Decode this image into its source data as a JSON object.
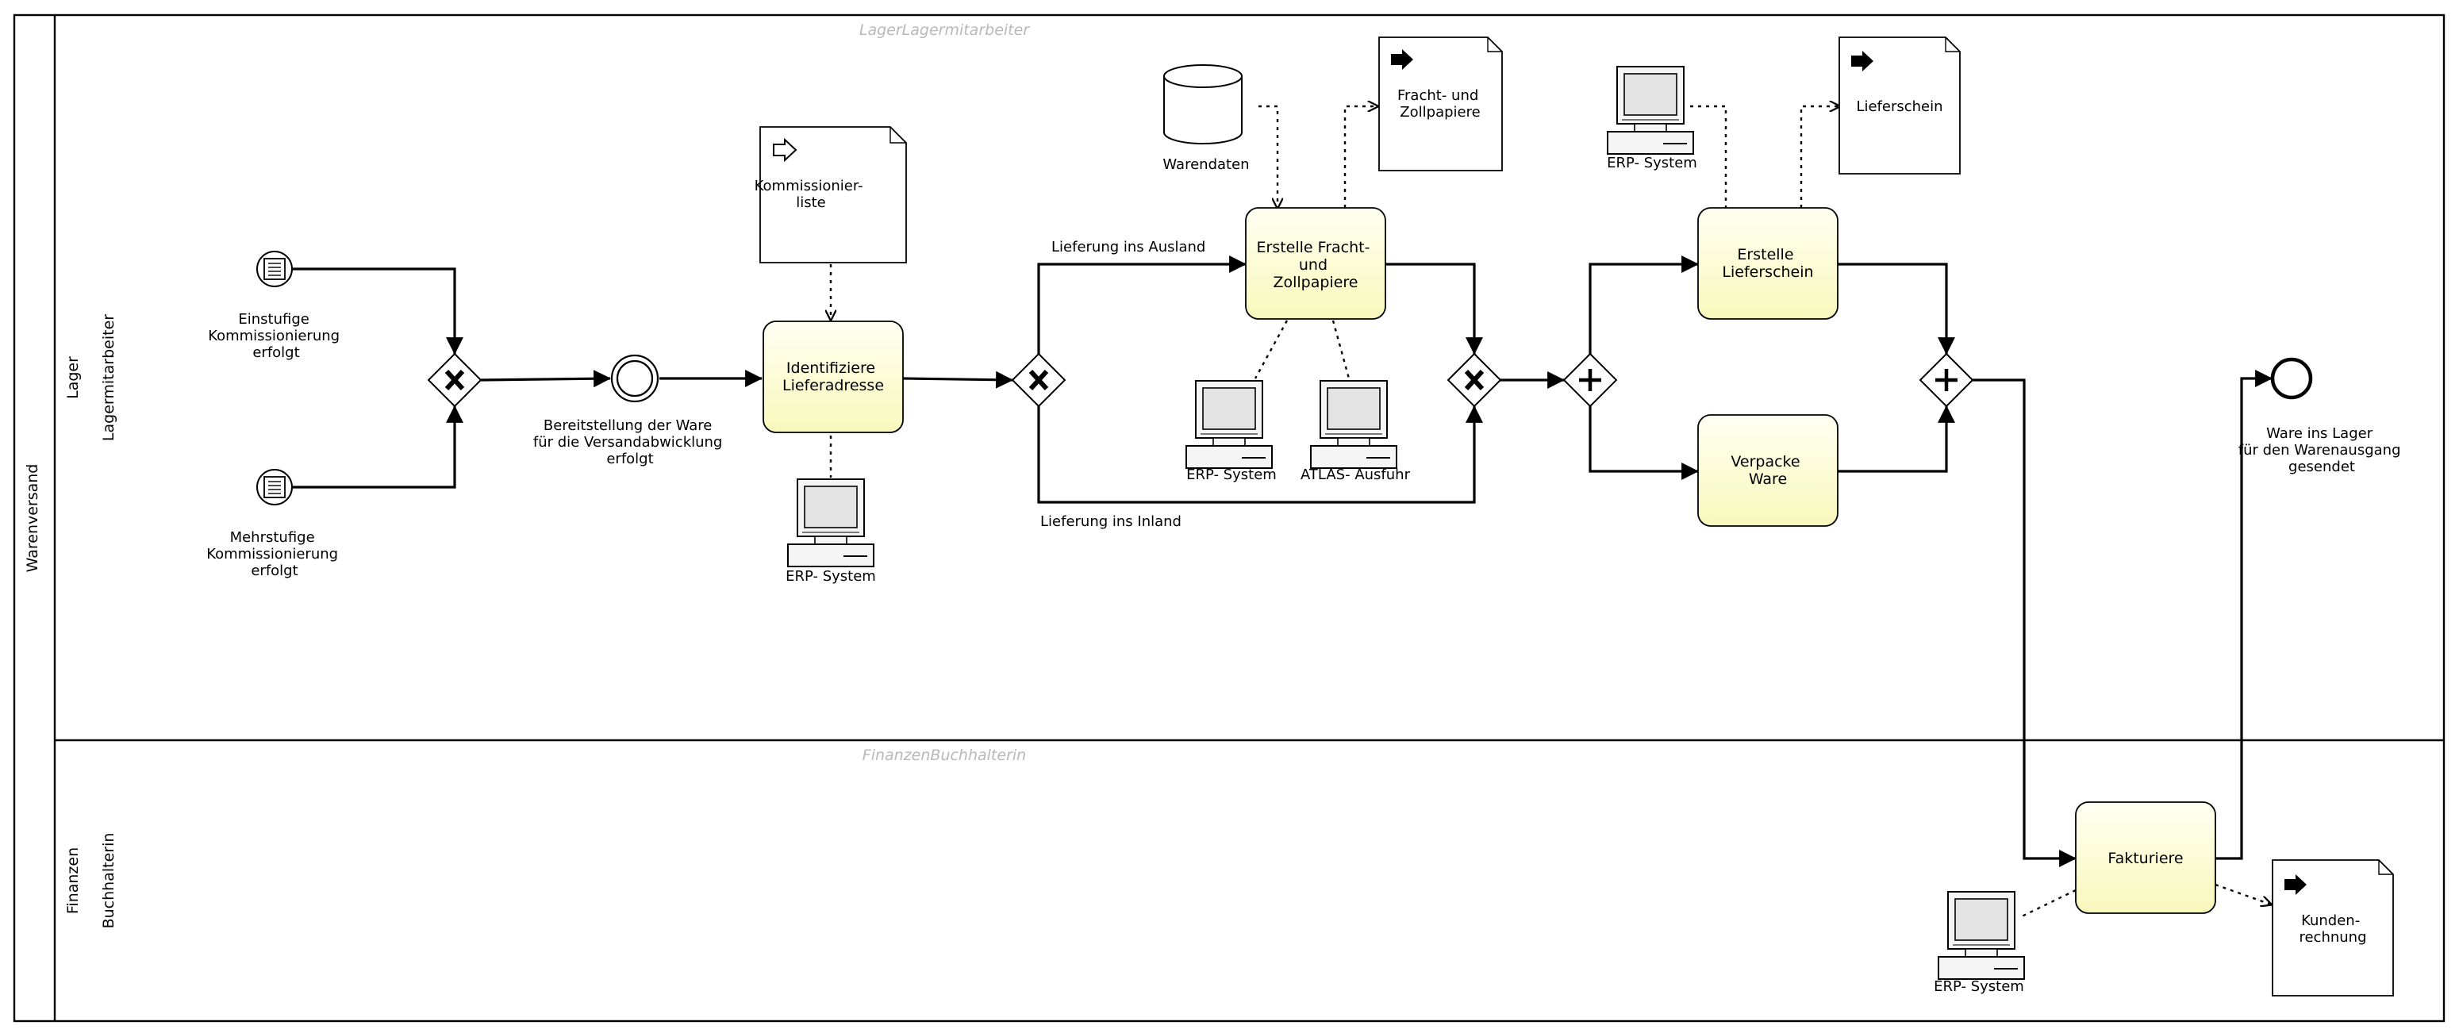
{
  "pool": {
    "name": "Warenversand"
  },
  "lanes": [
    {
      "name": "Lager",
      "role": "Lagermitarbeiter",
      "ghost": "LagerLagermitarbeiter"
    },
    {
      "name": "Finanzen",
      "role": "Buchhalterin",
      "ghost": "FinanzenBuchhalterin"
    }
  ],
  "events": {
    "start1": [
      "Einstufige",
      "Kommissionierung",
      "erfolgt"
    ],
    "start2": [
      "Mehrstufige",
      "Kommissionierung",
      "erfolgt"
    ],
    "intermediate": [
      "Bereitstellung der Ware",
      "für die Versandabwicklung",
      "erfolgt"
    ],
    "end": [
      "Ware ins Lager",
      "für den Warenausgang",
      "gesendet"
    ]
  },
  "tasks": {
    "identify": [
      "Identifiziere",
      "Lieferadresse"
    ],
    "freight": [
      "Erstelle Fracht-",
      "und",
      "Zollpapiere"
    ],
    "delivery_note": [
      "Erstelle",
      "Lieferschein"
    ],
    "pack": [
      "Verpacke",
      "Ware"
    ],
    "invoice": [
      "Fakturiere"
    ]
  },
  "flow_labels": {
    "abroad": "Lieferung ins Ausland",
    "domestic": "Lieferung ins Inland"
  },
  "data_objects": {
    "picklist": [
      "Kommissionier-",
      "liste"
    ],
    "freight_docs": [
      "Fracht- und",
      "Zollpapiere"
    ],
    "delivery_note_doc": [
      "Lieferschein"
    ],
    "customer_invoice": [
      "Kunden-",
      "rechnung"
    ]
  },
  "data_store": {
    "label": "Warendaten"
  },
  "systems": {
    "erp1": "ERP- System",
    "erp2": "ERP- System",
    "atlas": "ATLAS- Ausfuhr",
    "erp3": "ERP- System",
    "erp4": "ERP- System"
  },
  "colors": {
    "task_fill_top": "#fffff0",
    "task_fill_bottom": "#f7f7b8",
    "stroke": "#000000",
    "ghost_text": "#b8b8b8"
  }
}
